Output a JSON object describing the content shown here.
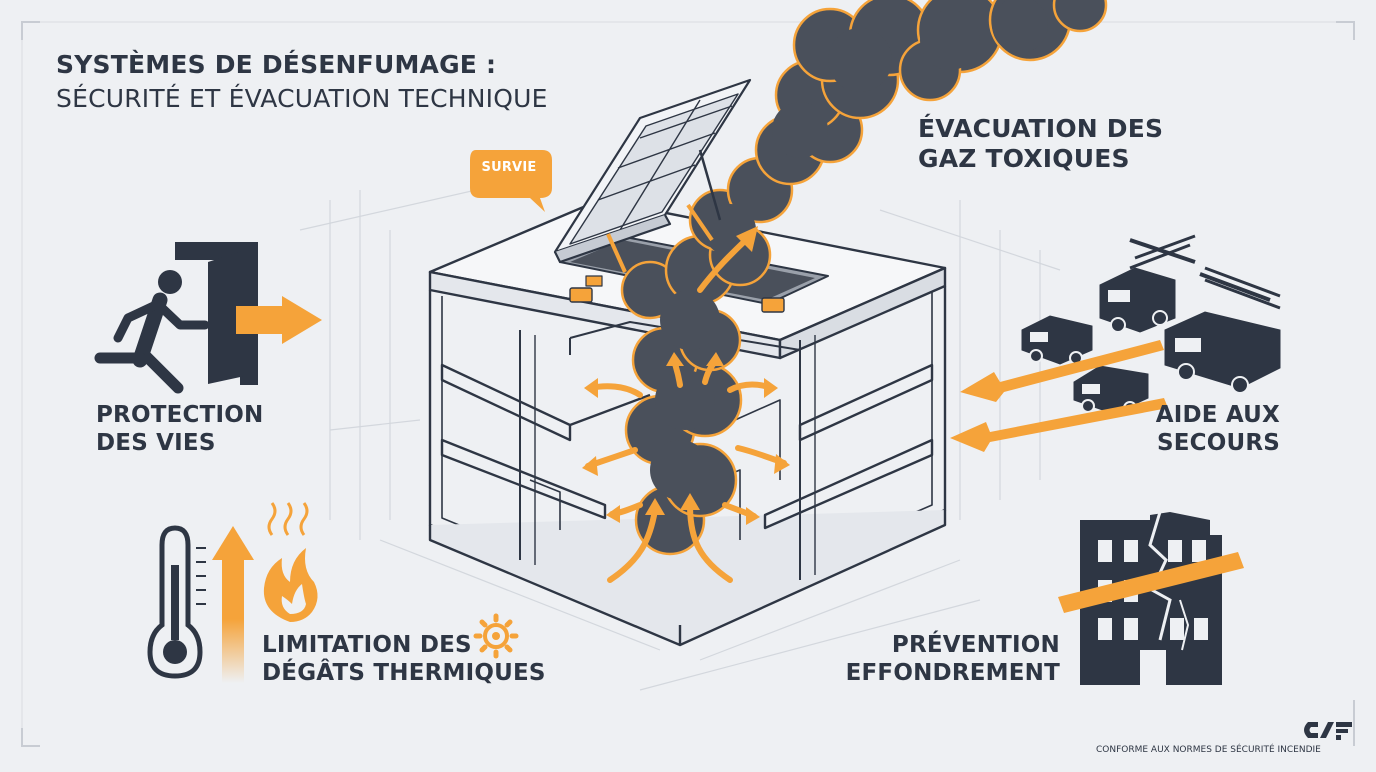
{
  "header": {
    "title_line1": "SYSTÈMES DE DÉSENFUMAGE :",
    "title_line2": "SÉCURITÉ ET ÉVACUATION TECHNIQUE"
  },
  "callouts": {
    "survie": "SURVIE",
    "evacuation": [
      "ÉVACUATION DES",
      "GAZ TOXIQUES"
    ],
    "protection": [
      "PROTECTION",
      "DES VIES"
    ],
    "aide": [
      "AIDE AUX",
      "SECOURS"
    ],
    "limitation": [
      "LIMITATION DES",
      "DÉGÂTS THERMIQUES"
    ],
    "prevention": [
      "PRÉVENTION",
      "EFFONDREMENT"
    ]
  },
  "footer": {
    "compliance": "CONFORME AUX NORMES DE SÉCURITÉ INCENDIE"
  },
  "colors": {
    "accent": "#f5a33a",
    "ink": "#2e3644",
    "smoke": "#4a505b",
    "background": "#eef0f3"
  },
  "icons": [
    "running-person-icon",
    "exit-door-icon",
    "fire-truck-icon",
    "thermometer-icon",
    "flame-icon",
    "gear-icon",
    "damaged-building-icon",
    "smoke-hatch-icon"
  ]
}
